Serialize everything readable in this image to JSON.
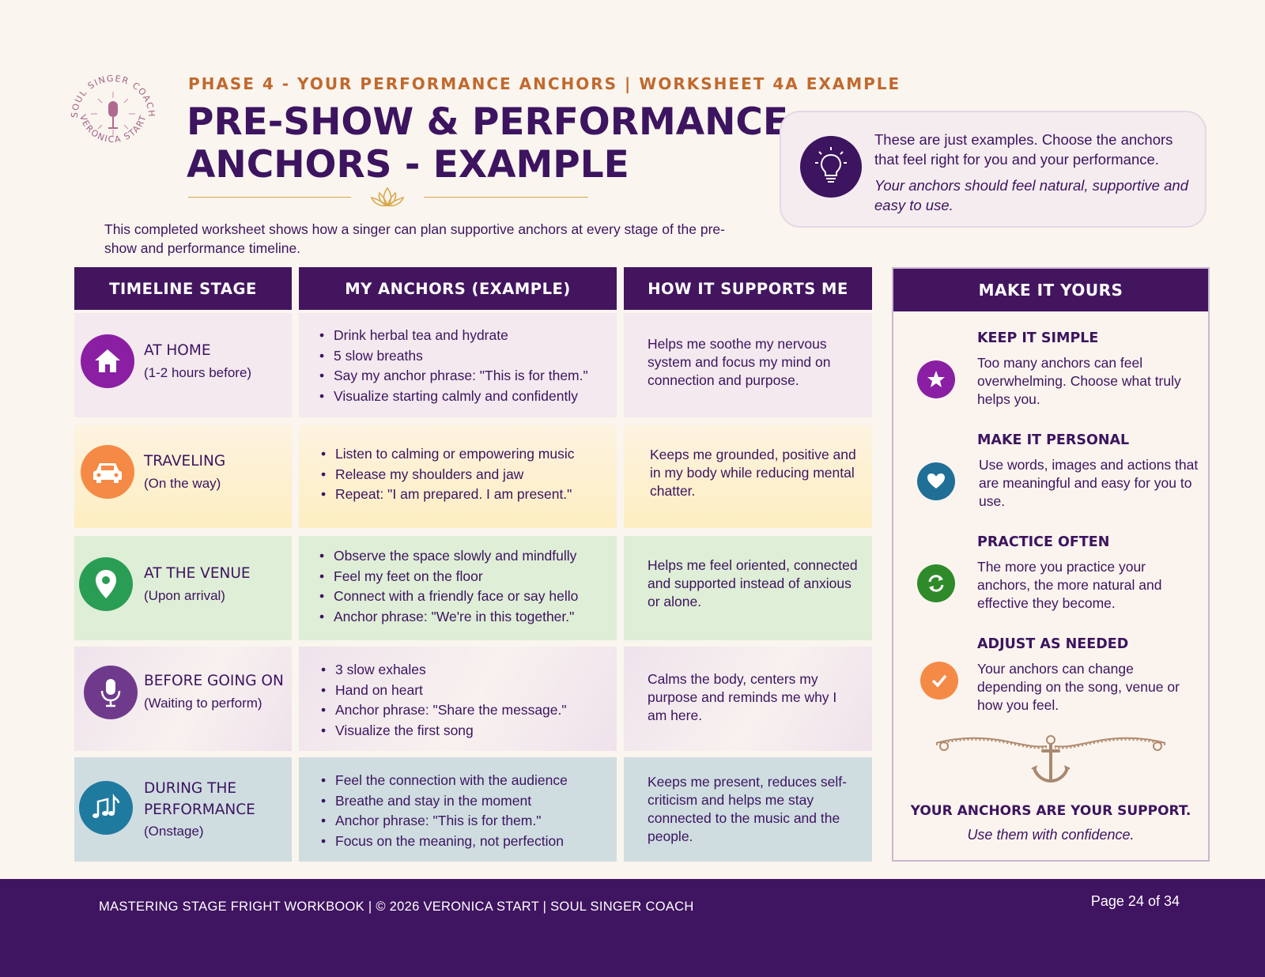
{
  "logo": {
    "top_text": "SOUL SINGER COACH",
    "bottom_text": "VERONICA START",
    "icon": "microphone-icon"
  },
  "header": {
    "phase": "PHASE 4 - YOUR PERFORMANCE ANCHORS | WORKSHEET 4A EXAMPLE",
    "title_line1": "PRE-SHOW & PERFORMANCE",
    "title_line2": "ANCHORS - EXAMPLE",
    "intro": "This completed worksheet shows how a singer can plan supportive anchors at every stage of the pre-show and performance timeline."
  },
  "note": {
    "icon": "lightbulb-icon",
    "text": "These are just examples. Choose the anchors that feel right for you and your performance.",
    "italic": "Your anchors should feel natural, supportive and easy to use."
  },
  "table": {
    "headers": [
      "TIMELINE STAGE",
      "MY ANCHORS (EXAMPLE)",
      "HOW IT SUPPORTS ME"
    ],
    "rows": [
      {
        "icon": "home-icon",
        "color": "#8a1fa3",
        "title": "AT HOME",
        "sub": "(1-2 hours before)",
        "anchors": [
          "Drink herbal tea and hydrate",
          "5 slow breaths",
          "Say my anchor phrase: \"This is for them.\"",
          "Visualize starting calmly and confidently"
        ],
        "supports": "Helps me soothe my nervous system and focus my mind on connection and purpose."
      },
      {
        "icon": "car-icon",
        "color": "#f58a46",
        "title": "TRAVELING",
        "sub": "(On the way)",
        "anchors": [
          "Listen to calming or empowering music",
          "Release my shoulders and jaw",
          "Repeat: \"I am prepared. I am present.\""
        ],
        "supports": "Keeps me grounded, positive and in my body while reducing mental chatter."
      },
      {
        "icon": "location-pin-icon",
        "color": "#2a9d54",
        "title": "AT THE VENUE",
        "sub": "(Upon arrival)",
        "anchors": [
          "Observe the space slowly and mindfully",
          "Feel my feet on the floor",
          "Connect with a friendly face or say hello",
          "Anchor phrase: \"We're in this together.\""
        ],
        "supports": "Helps me feel oriented, connected and supported instead of anxious or alone."
      },
      {
        "icon": "microphone-icon",
        "color": "#6f3a8c",
        "title": "BEFORE GOING ON",
        "sub": "(Waiting to perform)",
        "anchors": [
          "3 slow exhales",
          "Hand on heart",
          "Anchor phrase: \"Share the message.\"",
          "Visualize the first song"
        ],
        "supports": "Calms the body, centers my purpose and reminds me why I am here."
      },
      {
        "icon": "music-notes-icon",
        "color": "#1f7aa0",
        "title": "DURING THE PERFORMANCE",
        "sub": "(Onstage)",
        "anchors": [
          "Feel the connection with the audience",
          "Breathe and stay in the moment",
          "Anchor phrase: \"This is for them.\"",
          "Focus on the meaning, not perfection"
        ],
        "supports": "Keeps me present, reduces self-criticism and helps me stay connected to the music and the people."
      }
    ]
  },
  "side": {
    "title": "MAKE IT YOURS",
    "tips": [
      {
        "icon": "star-icon",
        "color": "#8a1fa3",
        "title": "KEEP IT SIMPLE",
        "text": "Too many anchors can feel overwhelming. Choose what truly helps you."
      },
      {
        "icon": "heart-icon",
        "color": "#1f6f96",
        "title": "MAKE IT PERSONAL",
        "text": "Use words, images and actions that are meaningful and easy for you to use."
      },
      {
        "icon": "refresh-icon",
        "color": "#2f8a2a",
        "title": "PRACTICE OFTEN",
        "text": "The more you practice your anchors, the more natural and effective they become."
      },
      {
        "icon": "check-icon",
        "color": "#f58a46",
        "title": "ADJUST AS NEEDED",
        "text": "Your anchors can change depending on the song, venue or how you feel."
      }
    ],
    "closing_bold": "YOUR ANCHORS ARE YOUR SUPPORT.",
    "closing_italic": "Use them with confidence."
  },
  "footer": {
    "left": "MASTERING STAGE FRIGHT WORKBOOK  |   © 2026 VERONICA START  |  SOUL SINGER COACH",
    "page": "Page 24 of 34"
  }
}
